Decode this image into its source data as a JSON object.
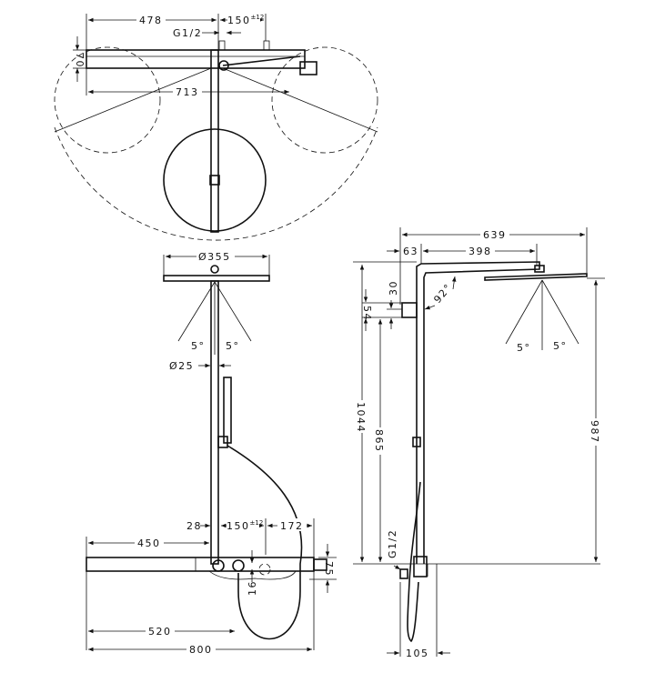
{
  "top_view": {
    "dim_width_left": "478",
    "dim_spacing": "150",
    "dim_spacing_tol": "±12",
    "dim_connection": "G1/2",
    "dim_depth": "70",
    "dim_swivel": "713"
  },
  "front_view": {
    "dim_head_diameter": "Ø355",
    "angle_left": "5°",
    "angle_right": "5°",
    "dim_pipe_diameter": "Ø25",
    "dim_offset": "28",
    "dim_spacing": "150",
    "dim_spacing_tol": "±12",
    "dim_right": "172",
    "dim_shelf": "450",
    "dim_height": "75",
    "dim_outlet": "16",
    "dim_center": "520",
    "dim_total": "800"
  },
  "side_view": {
    "dim_projection": "639",
    "dim_wall": "63",
    "dim_arm": "398",
    "dim_a": "30",
    "dim_b": "54",
    "angle_arm": "92°",
    "angle_left": "5°",
    "angle_right": "5°",
    "dim_total_height": "1044",
    "dim_bracket_height": "865",
    "dim_head_height": "987",
    "dim_connection": "G1/2",
    "dim_depth": "105"
  }
}
